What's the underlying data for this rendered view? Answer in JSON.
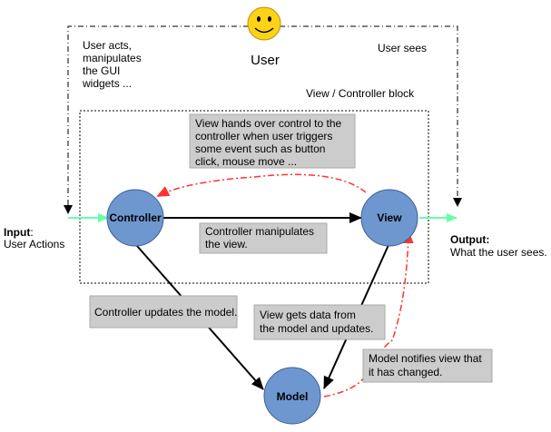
{
  "user": {
    "label": "User"
  },
  "notes": {
    "user_acts": [
      "User acts,",
      "manipulates",
      "the GUI",
      "widgets ..."
    ],
    "user_sees": "User sees",
    "block_title": "View / Controller block"
  },
  "input": {
    "title": "Input",
    "title_suffix": ":",
    "subtitle": "User Actions"
  },
  "output": {
    "title": "Output:",
    "subtitle": "What the user sees."
  },
  "nodes": {
    "controller": "Controller",
    "view": "View",
    "model": "Model"
  },
  "callouts": {
    "view_hands_over": [
      "View hands over control to the",
      "controller when user triggers",
      "some event such as button",
      "click, mouse move ..."
    ],
    "controller_manipulates": [
      "Controller  manipulates",
      "the view."
    ],
    "controller_updates": [
      "Controller updates the model."
    ],
    "view_gets_data": [
      "View gets data from",
      "the model and updates."
    ],
    "model_notifies": [
      "Model notifies view that",
      "it has changed."
    ]
  },
  "colors": {
    "node_fill": "#6f97cf",
    "node_stroke": "#3b5f93",
    "callout_fill": "#cccccc",
    "callout_stroke": "#aaaaaa",
    "red_arrow": "#ff3333",
    "green_arrow": "#66ffaa",
    "smiley_fill": "#ffd21a"
  }
}
